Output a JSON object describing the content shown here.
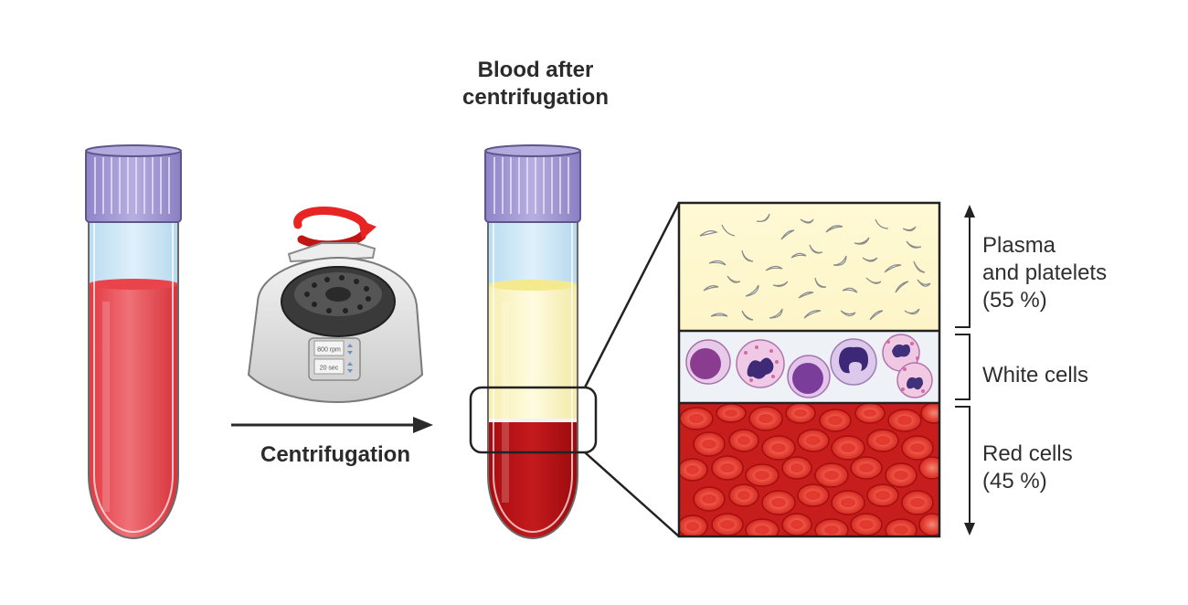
{
  "title_lines": [
    "Blood after",
    "centrifugation"
  ],
  "process_label": "Centrifugation",
  "centrifuge_display": {
    "speed": "800 rpm",
    "time": "20 sec"
  },
  "layers": [
    {
      "id": "plasma",
      "label_lines": [
        "Plasma",
        "and platelets",
        "(55 %)"
      ],
      "color": "#fdf8d2"
    },
    {
      "id": "white",
      "label_lines": [
        "White cells"
      ],
      "color": "#eef2f6"
    },
    {
      "id": "red",
      "label_lines": [
        "Red cells",
        "(45 %)"
      ],
      "color": "#c81d1d"
    }
  ],
  "colors": {
    "cap": "#a99ed6",
    "blood": "#e7484f",
    "blood_dark": "#b51014",
    "plasma": "#fcf6c4",
    "tube_air": "#cde6f6",
    "arrow_swirl": "#e62524"
  },
  "icons": [
    "tube-cap",
    "centrifuge",
    "rotation-arrow",
    "process-arrow",
    "magnifier-box",
    "double-arrow"
  ]
}
